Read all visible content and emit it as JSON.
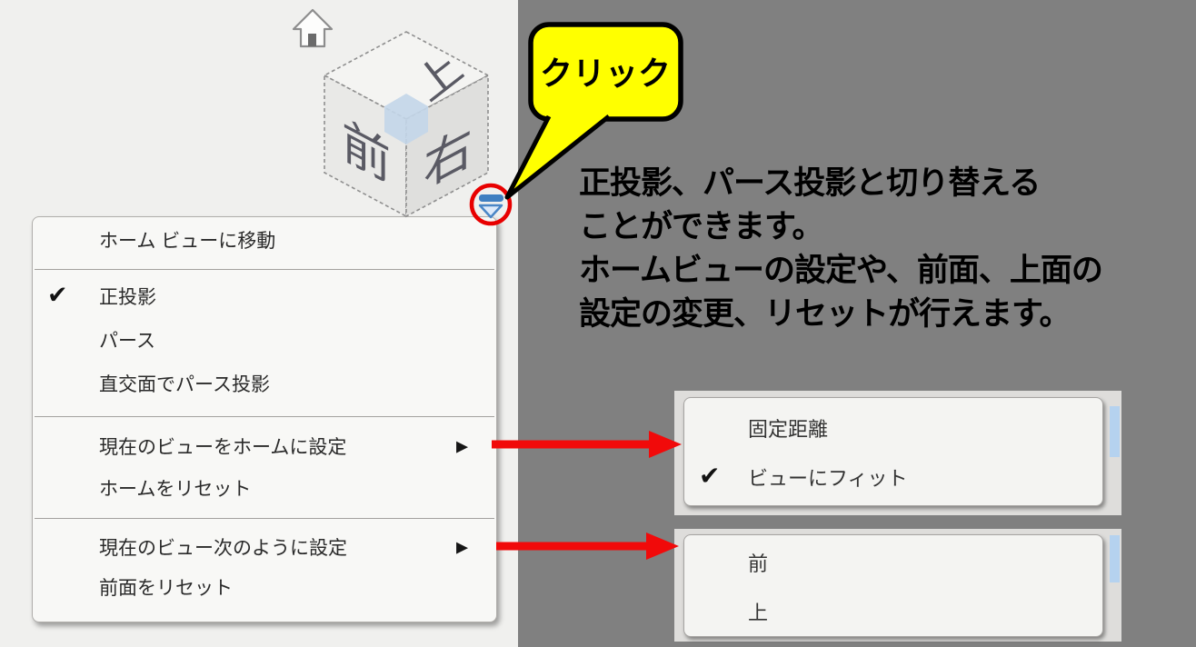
{
  "colors": {
    "workspace_bg": "#f0f0ee",
    "tutorial_bg": "#808080",
    "callout_fill": "#ffff00",
    "arrow_red": "#f10a0a",
    "circle_red": "#e80000",
    "corner_highlight": "#c3d6e9"
  },
  "icons": {
    "check": "✔",
    "submenu_arrow": "▶"
  },
  "viewcube": {
    "top_label": "上",
    "front_label": "前",
    "right_label": "右"
  },
  "callout": {
    "label": "クリック"
  },
  "annotation": {
    "lines": [
      "正投影、パース投影と切り替える",
      "ことができます。",
      "ホームビューの設定や、前面、上面の",
      "設定の変更、リセットが行えます。"
    ]
  },
  "context_menu": {
    "items": [
      {
        "label": "ホーム ビューに移動",
        "checked": false,
        "has_submenu": false
      },
      {
        "label": "正投影",
        "checked": true,
        "has_submenu": false
      },
      {
        "label": "パース",
        "checked": false,
        "has_submenu": false
      },
      {
        "label": "直交面でパース投影",
        "checked": false,
        "has_submenu": false
      },
      {
        "label": "現在のビューをホームに設定",
        "checked": false,
        "has_submenu": true
      },
      {
        "label": "ホームをリセット",
        "checked": false,
        "has_submenu": false
      },
      {
        "label": "現在のビュー次のように設定",
        "checked": false,
        "has_submenu": true
      },
      {
        "label": "前面をリセット",
        "checked": false,
        "has_submenu": false
      }
    ]
  },
  "submenu_home": {
    "items": [
      {
        "label": "固定距離",
        "checked": false
      },
      {
        "label": "ビューにフィット",
        "checked": true
      }
    ]
  },
  "submenu_front": {
    "items": [
      {
        "label": "前",
        "checked": false
      },
      {
        "label": "上",
        "checked": false
      }
    ]
  }
}
